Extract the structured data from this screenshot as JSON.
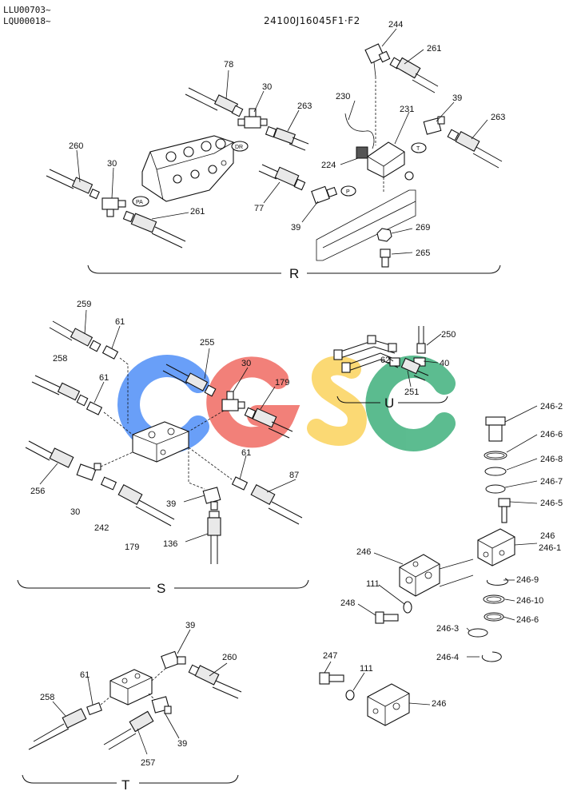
{
  "header": {
    "serial_1": "LLU00703~",
    "serial_2": "LQU00018~",
    "drawing_no": "24100J16045F1·F2"
  },
  "watermark": {
    "letters": [
      "C",
      "G",
      "S",
      "C"
    ],
    "colors": [
      "#4f8ff7",
      "#f06b62",
      "#fbd35c",
      "#3fb07c"
    ]
  },
  "sections": {
    "R": {
      "label": "R",
      "parts": [
        "78",
        "30",
        "263",
        "260",
        "30",
        "261",
        "77",
        "39",
        "244",
        "261",
        "230",
        "231",
        "39",
        "263",
        "224",
        "269",
        "265"
      ],
      "port_tags": [
        "DR",
        "PA",
        "P",
        "T"
      ]
    },
    "S": {
      "label": "S",
      "parts": [
        "259",
        "61",
        "258",
        "61",
        "255",
        "30",
        "179",
        "256",
        "30",
        "242",
        "179",
        "39",
        "136",
        "61",
        "87"
      ]
    },
    "U": {
      "label": "U",
      "parts": [
        "250",
        "40",
        "62",
        "251"
      ]
    },
    "T": {
      "label": "T",
      "parts": [
        "39",
        "260",
        "61",
        "258",
        "257",
        "39"
      ]
    },
    "valve_assembly": {
      "parts": [
        "246-2",
        "246-6",
        "246-8",
        "246-7",
        "246-5",
        "246",
        "246-1",
        "246",
        "111",
        "248",
        "246-9",
        "246-10",
        "246-6",
        "246-3",
        "246-4",
        "247",
        "111",
        "246"
      ]
    }
  }
}
